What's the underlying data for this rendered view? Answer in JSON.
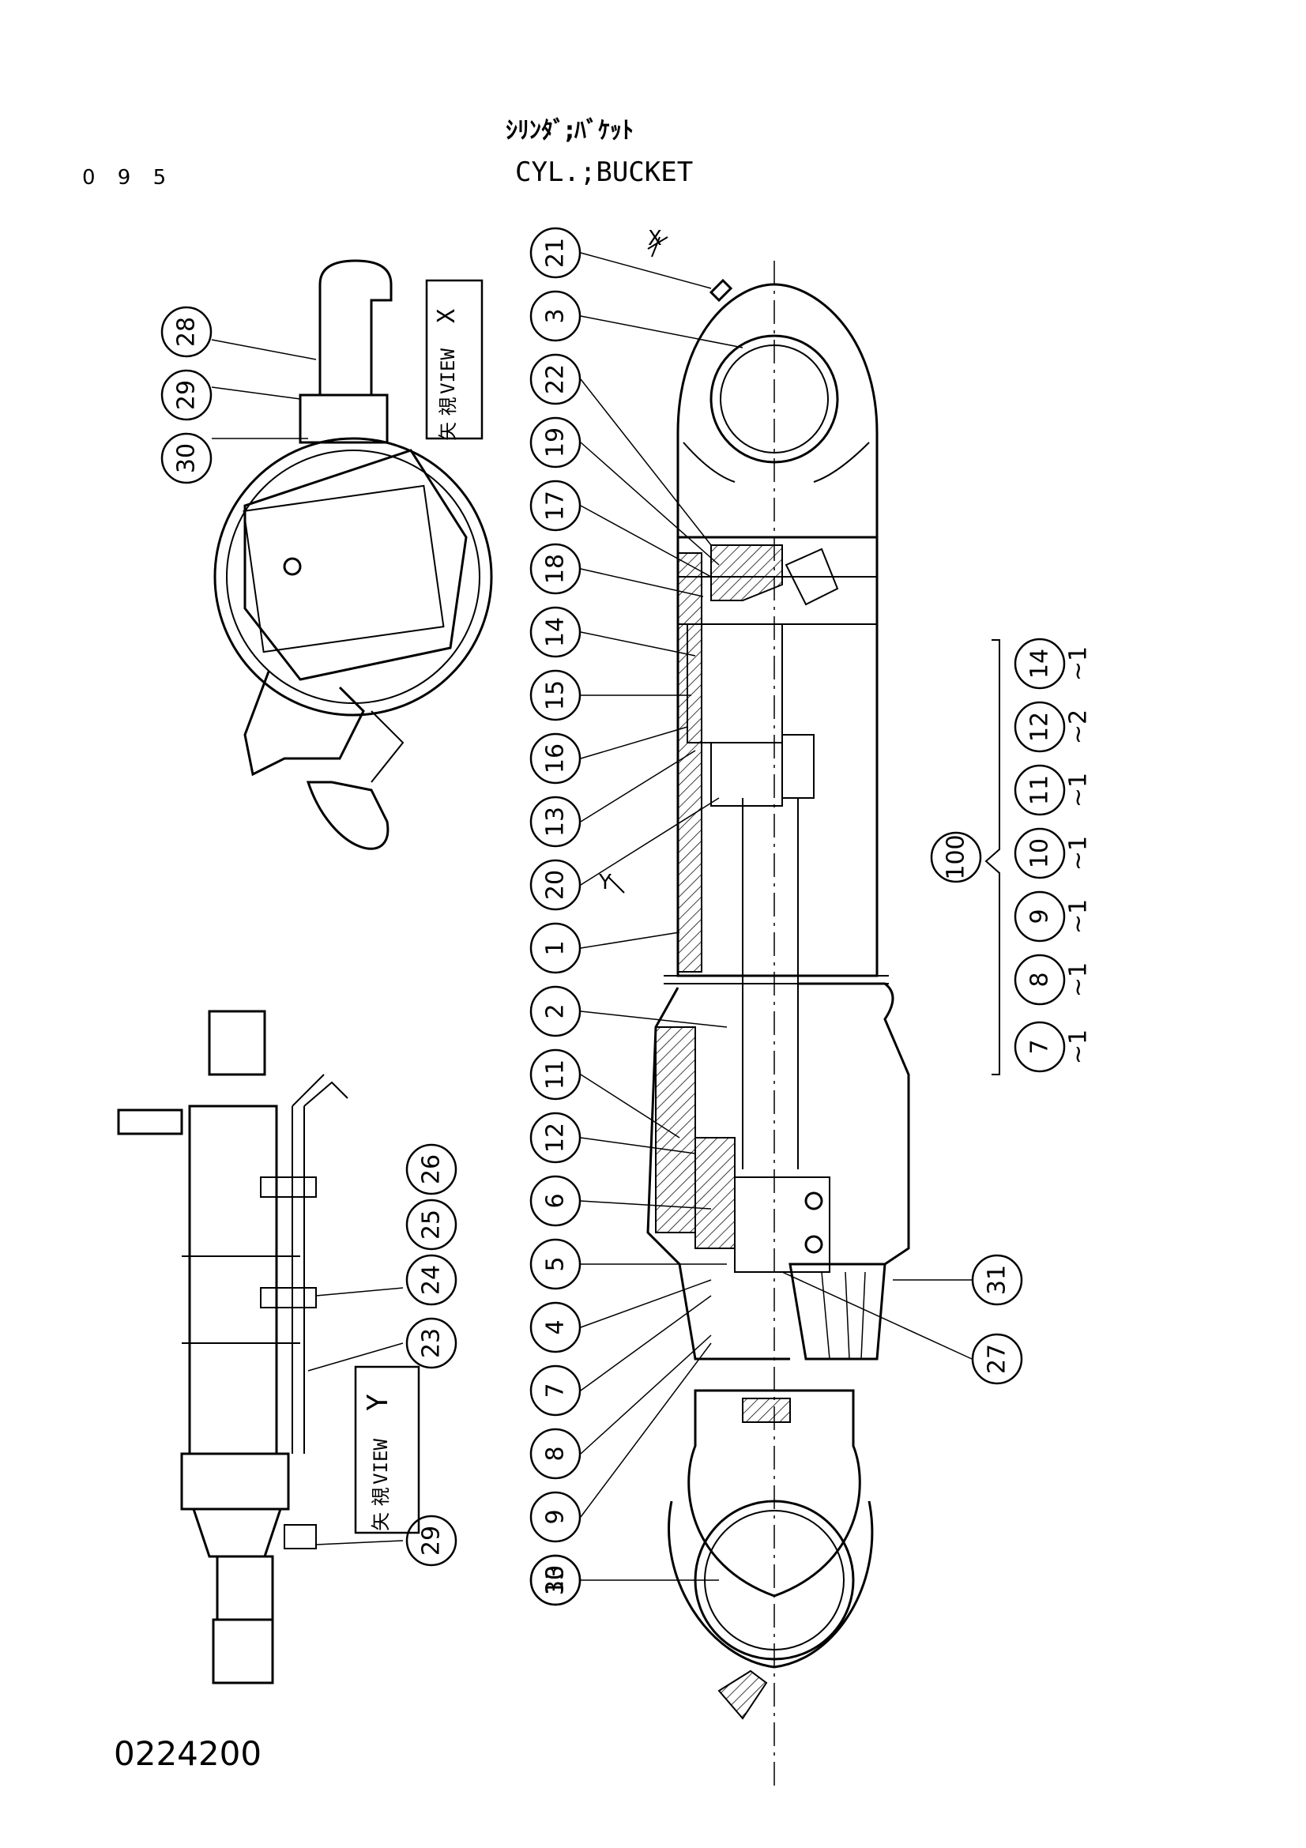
{
  "page_number": "0 9 5",
  "title_jp": "ｼﾘﾝﾀﾞ;ﾊﾞｹｯﾄ",
  "title_en": "CYL.;BUCKET",
  "drawing_number": "0224200",
  "view_x": {
    "jp": "矢 視",
    "view": "VIEW",
    "letter": "X"
  },
  "view_y": {
    "jp": "矢 視",
    "view": "VIEW",
    "letter": "Y"
  },
  "arrow_x_label": "X",
  "arrow_y_label": "Y",
  "parts_list_main": [
    "21",
    "3",
    "22",
    "19",
    "17",
    "18",
    "14",
    "15",
    "16",
    "13",
    "20",
    "1",
    "2",
    "11",
    "12",
    "6",
    "5",
    "4",
    "7",
    "8",
    "9",
    "10",
    "33"
  ],
  "parts_right": [
    "31",
    "27"
  ],
  "parts_view_x": [
    "28",
    "29",
    "30"
  ],
  "parts_view_y": [
    "26",
    "25",
    "24",
    "23",
    "29"
  ],
  "kit": {
    "number": "100",
    "items": [
      {
        "no": "7",
        "qty": "~1"
      },
      {
        "no": "8",
        "qty": "~1"
      },
      {
        "no": "9",
        "qty": "~1"
      },
      {
        "no": "10",
        "qty": "~1"
      },
      {
        "no": "11",
        "qty": "~1"
      },
      {
        "no": "12",
        "qty": "~2"
      },
      {
        "no": "14",
        "qty": "~1"
      }
    ]
  }
}
